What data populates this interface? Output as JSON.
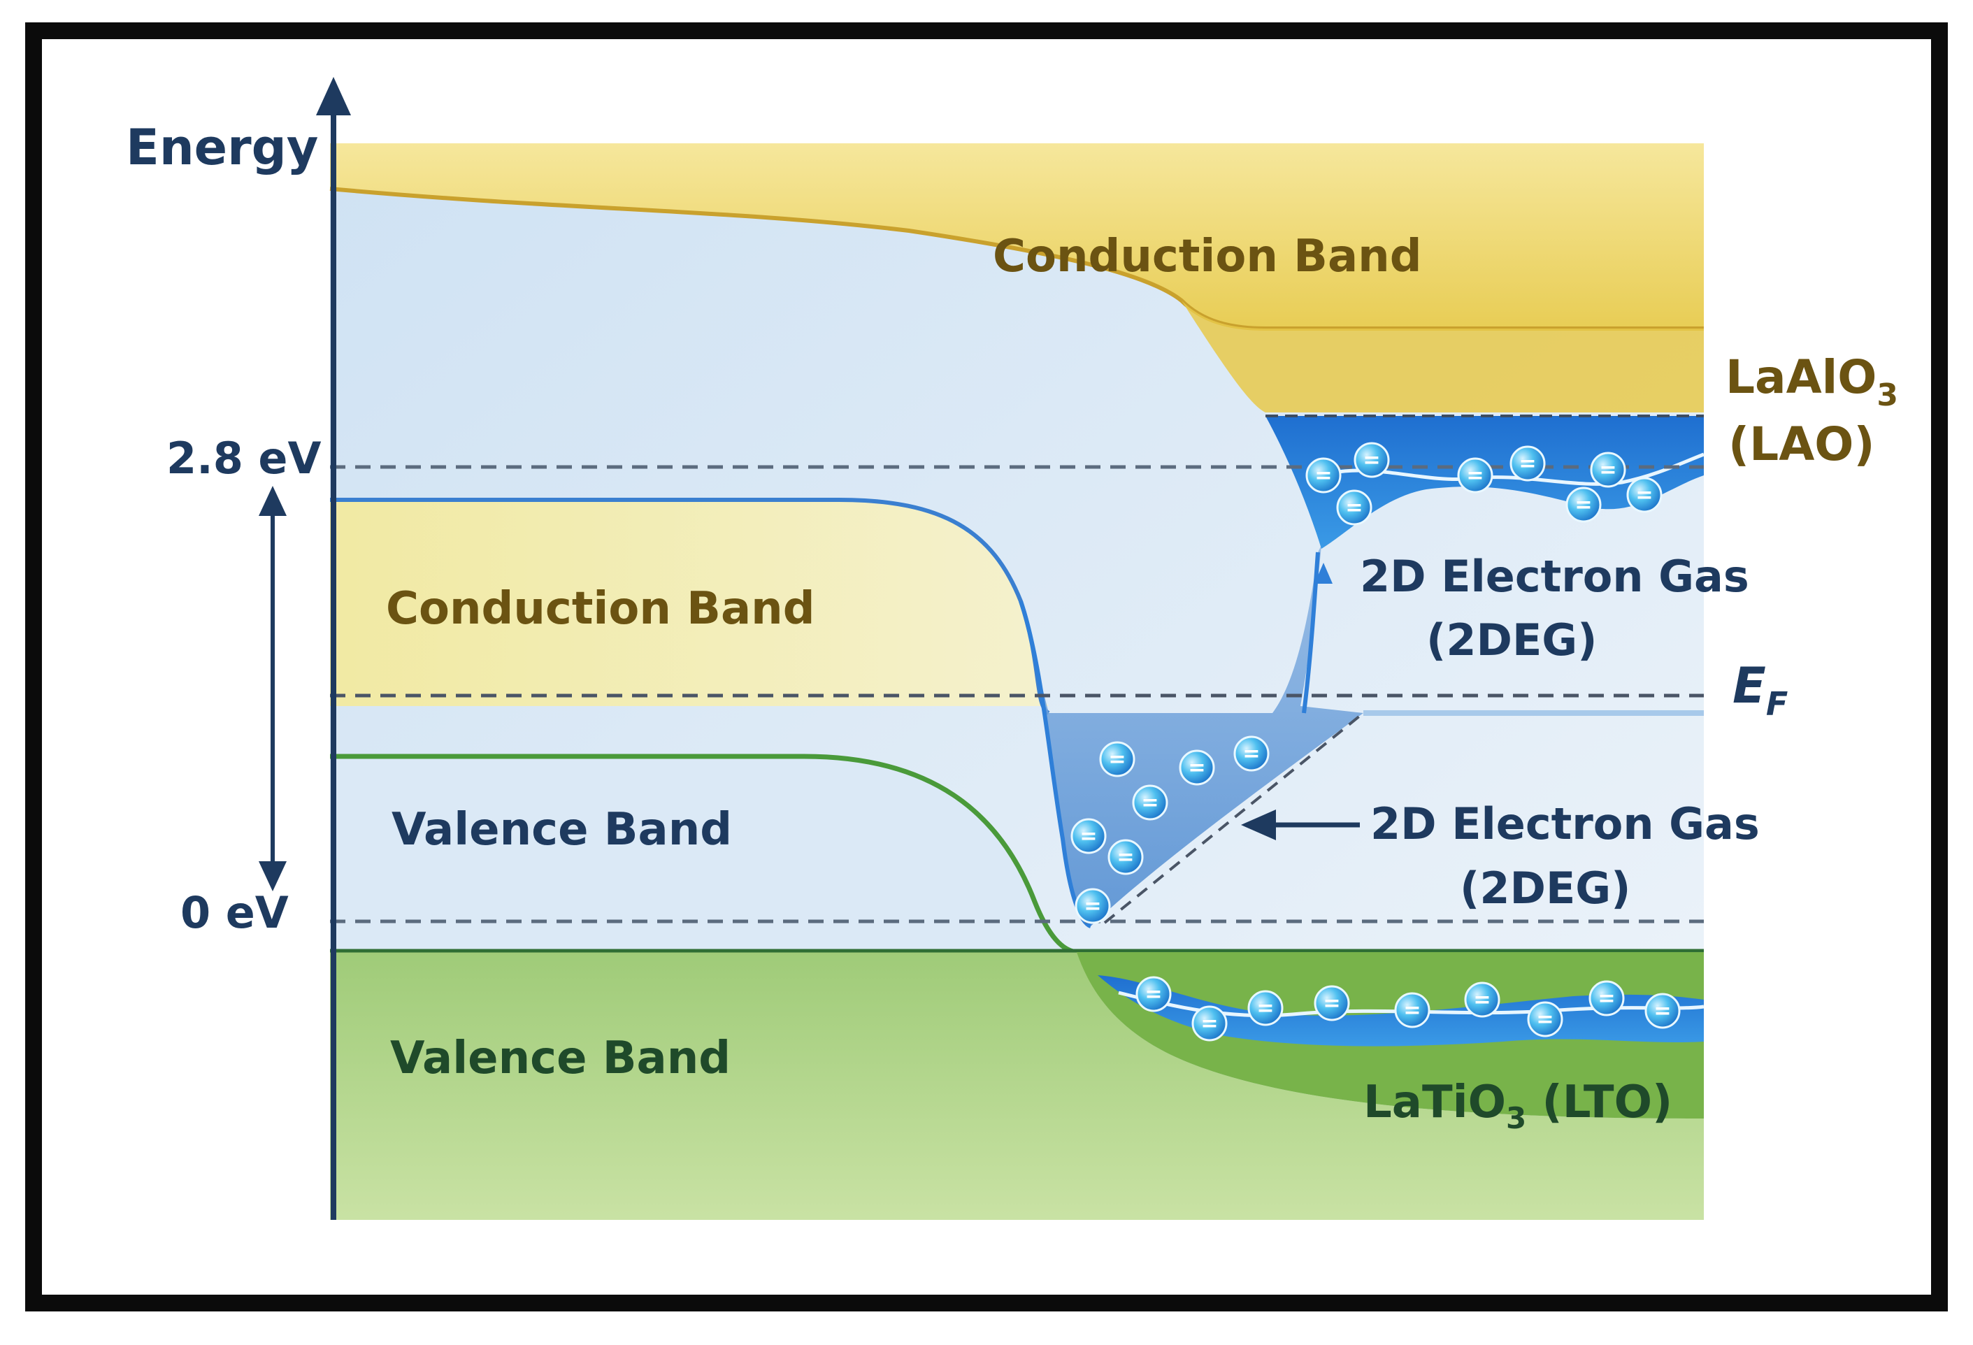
{
  "axis": {
    "energy_label": "Energy",
    "tick_top": "2.8 eV",
    "tick_bottom": "0 eV"
  },
  "bands": {
    "lao_conduction": "Conduction Band",
    "lto_conduction": "Conduction Band",
    "lto_valence": "Valence Band",
    "lower_valence": "Valence Band"
  },
  "materials": {
    "lao_line1": "LaAlO",
    "lao_sub": "3",
    "lao_line2": "(LAO)",
    "lto_main": "LaTiO",
    "lto_sub": "3",
    "lto_tail": " (LTO)"
  },
  "annotations": {
    "upper_2deg_line1": "2D Electron Gas",
    "upper_2deg_line2": "(2DEG)",
    "lower_2deg_line1": "2D Electron Gas",
    "lower_2deg_line2": "(2DEG)",
    "fermi_main": "E",
    "fermi_sub": "F"
  },
  "electron_symbol": "=",
  "colors": {
    "axis": "#1e3a5f",
    "conduction_gold": "#e9cf58",
    "valence_green": "#7ab648",
    "electron_blue": "#2f7fd8",
    "electron_light": "#5fc6f2"
  }
}
